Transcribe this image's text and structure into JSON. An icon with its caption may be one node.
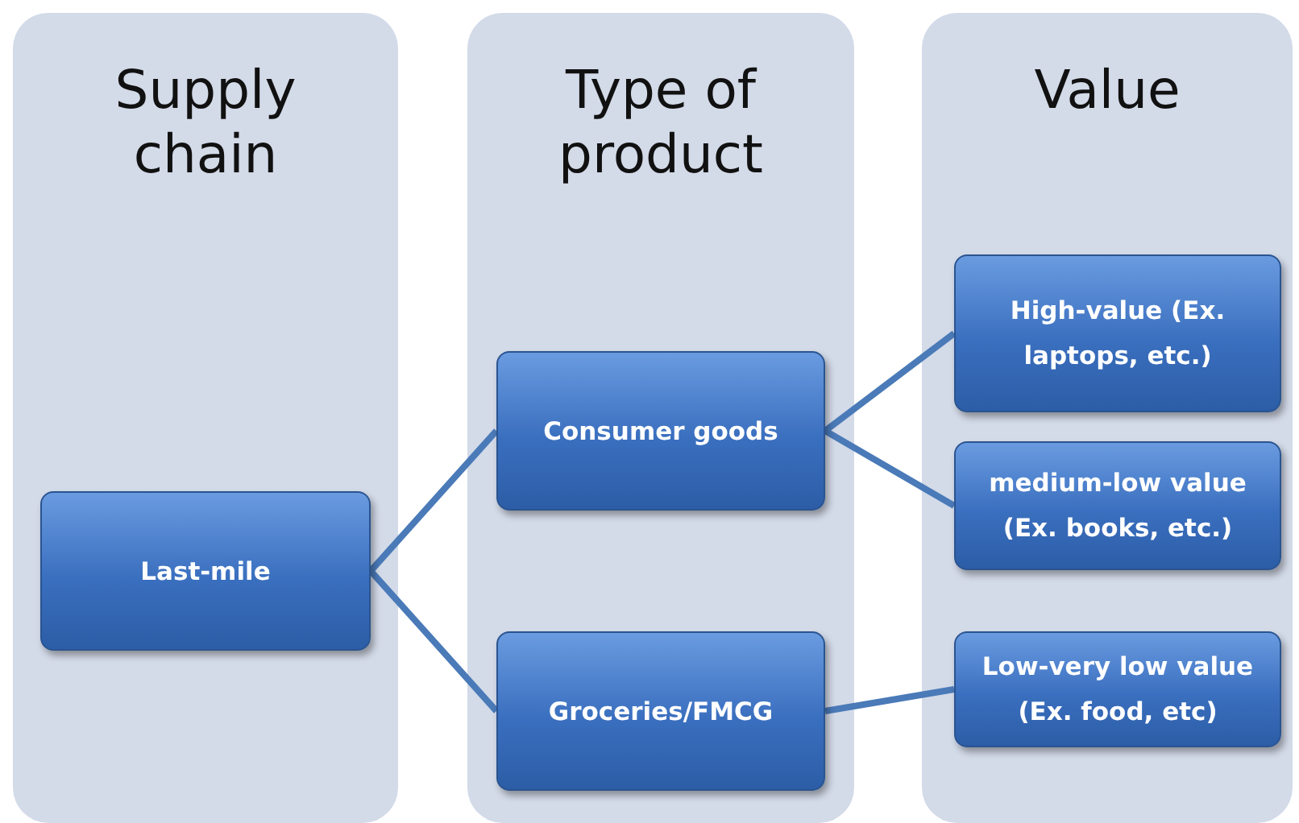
{
  "diagram": {
    "nodes": [
      {
        "text": [
          "Supply chain"
        ]
      },
      {
        "text": [
          "Type of product"
        ]
      },
      {
        "text": [
          "Value"
        ]
      },
      {
        "text": [
          "Last-mile"
        ],
        "in": 0
      },
      {
        "text": [
          "Consumer goods"
        ],
        "in": 1
      },
      {
        "text": [
          "Groceries/FMCG"
        ],
        "in": 1
      },
      {
        "text": [
          "High-value (Ex. laptops, etc.)"
        ],
        "in": 2
      },
      {
        "text": [
          "medium-low value (Ex. books, etc.)"
        ],
        "in": 2
      },
      {
        "text": [
          "Low-very low value (Ex. food, etc)"
        ],
        "in": 2
      }
    ],
    "edges": [
      {
        "from": 3,
        "to": 4,
        "arrow": "none"
      },
      {
        "from": 3,
        "to": 5,
        "arrow": "none"
      },
      {
        "from": 4,
        "to": 6,
        "arrow": "none"
      },
      {
        "from": 4,
        "to": 7,
        "arrow": "none"
      },
      {
        "from": 5,
        "to": 8,
        "arrow": "none"
      }
    ]
  }
}
